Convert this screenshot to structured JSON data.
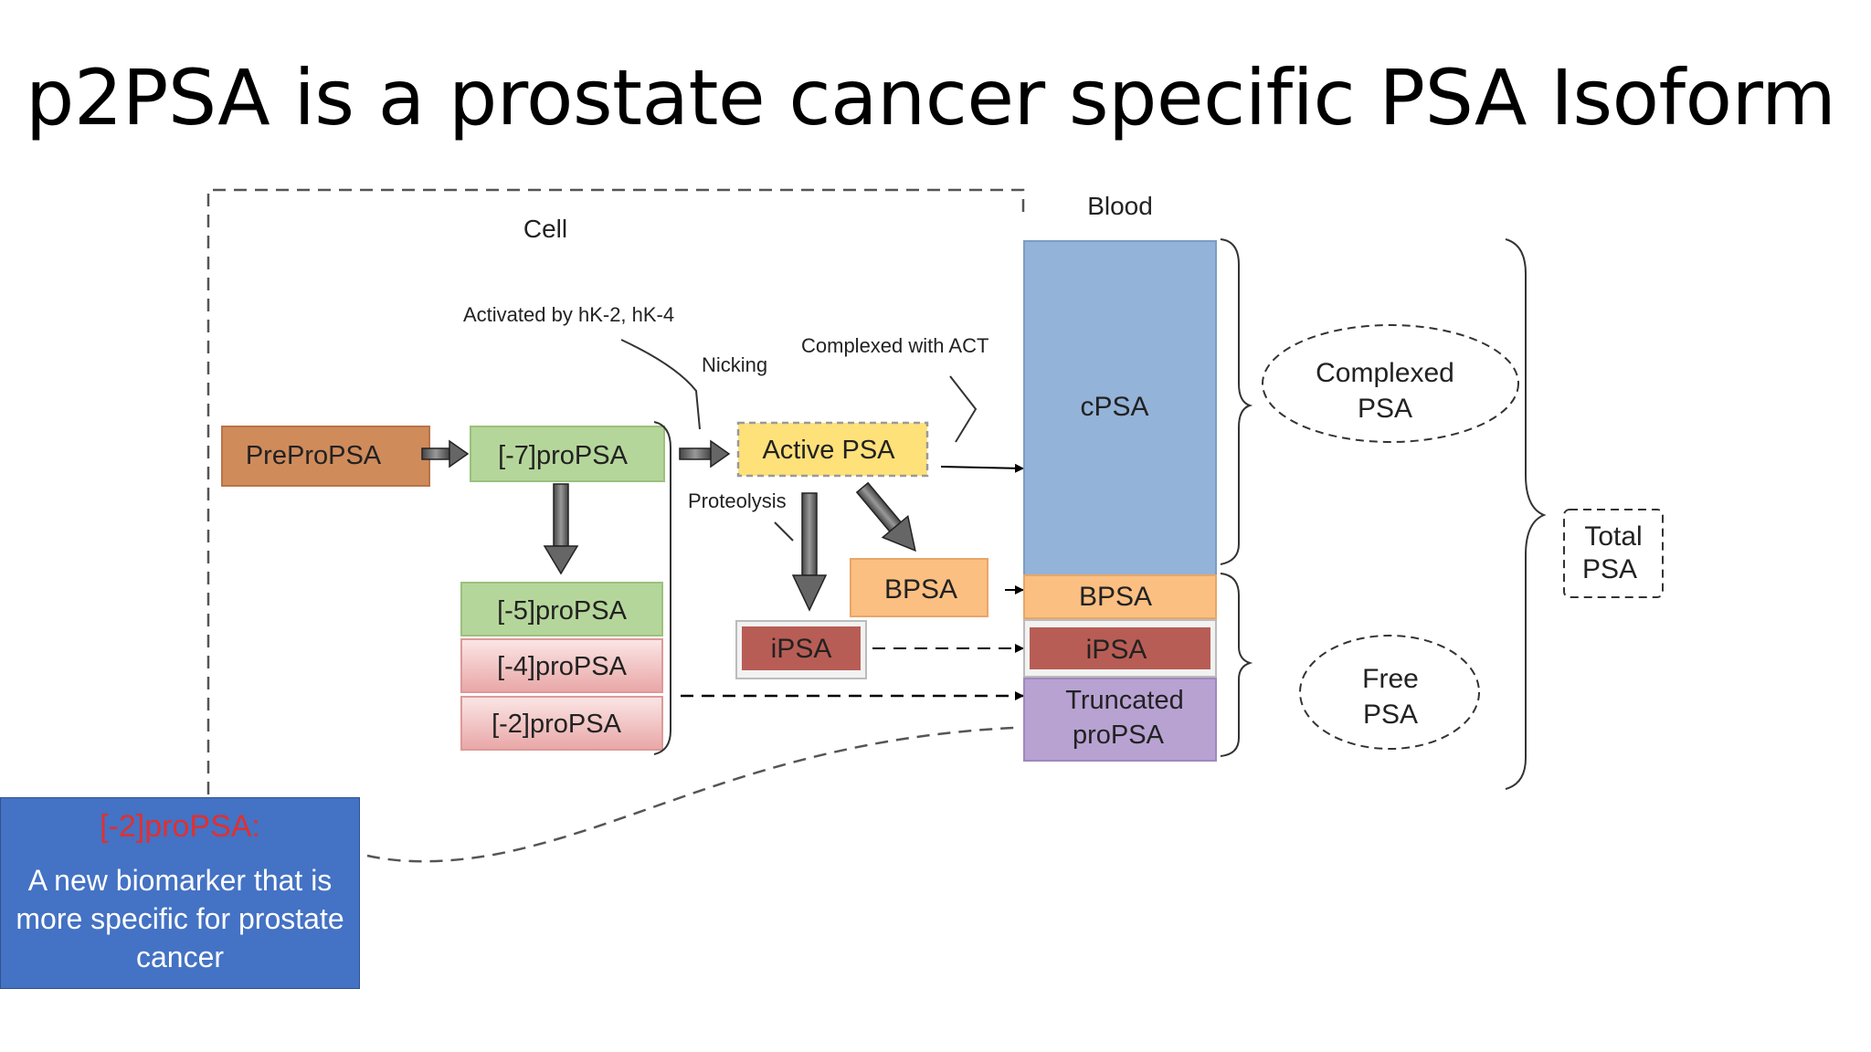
{
  "slide": {
    "title": "p2PSA is a prostate cancer specific PSA Isoform"
  },
  "diagram": {
    "regions": {
      "cell": "Cell",
      "blood": "Blood"
    },
    "annotations": {
      "activated": "Activated by hK-2, hK-4",
      "nicking": "Nicking",
      "complexed_act": "Complexed with ACT",
      "proteolysis": "Proteolysis"
    },
    "cell_nodes": {
      "prepropsa": "PreProPSA",
      "m7propsa": "[-7]proPSA",
      "m5propsa": "[-5]proPSA",
      "m4propsa": "[-4]proPSA",
      "m2propsa": "[-2]proPSA",
      "active_psa": "Active PSA",
      "bpsa": "BPSA",
      "ipsa": "iPSA"
    },
    "blood_stack": {
      "cpsa": "cPSA",
      "bpsa": "BPSA",
      "ipsa": "iPSA",
      "truncated_line1": "Truncated",
      "truncated_line2": "proPSA"
    },
    "groups": {
      "complexed_line1": "Complexed",
      "complexed_line2": "PSA",
      "free_line1": "Free",
      "free_line2": "PSA",
      "total_line1": "Total",
      "total_line2": "PSA"
    },
    "colors": {
      "prepropsa": "#d08b5b",
      "propsa_green": "#b5d69a",
      "propsa_pink": "#f2c8c8",
      "active_psa": "#ffe17a",
      "bpsa": "#fbbf82",
      "ipsa": "#b85d55",
      "cpsa": "#94b3d9",
      "truncated": "#b8a2d2"
    }
  },
  "callout": {
    "title": "[-2]proPSA:",
    "body": "A new biomarker that is more  specific for  prostate cancer",
    "title_color": "#e03030",
    "background": "#4472c4"
  }
}
